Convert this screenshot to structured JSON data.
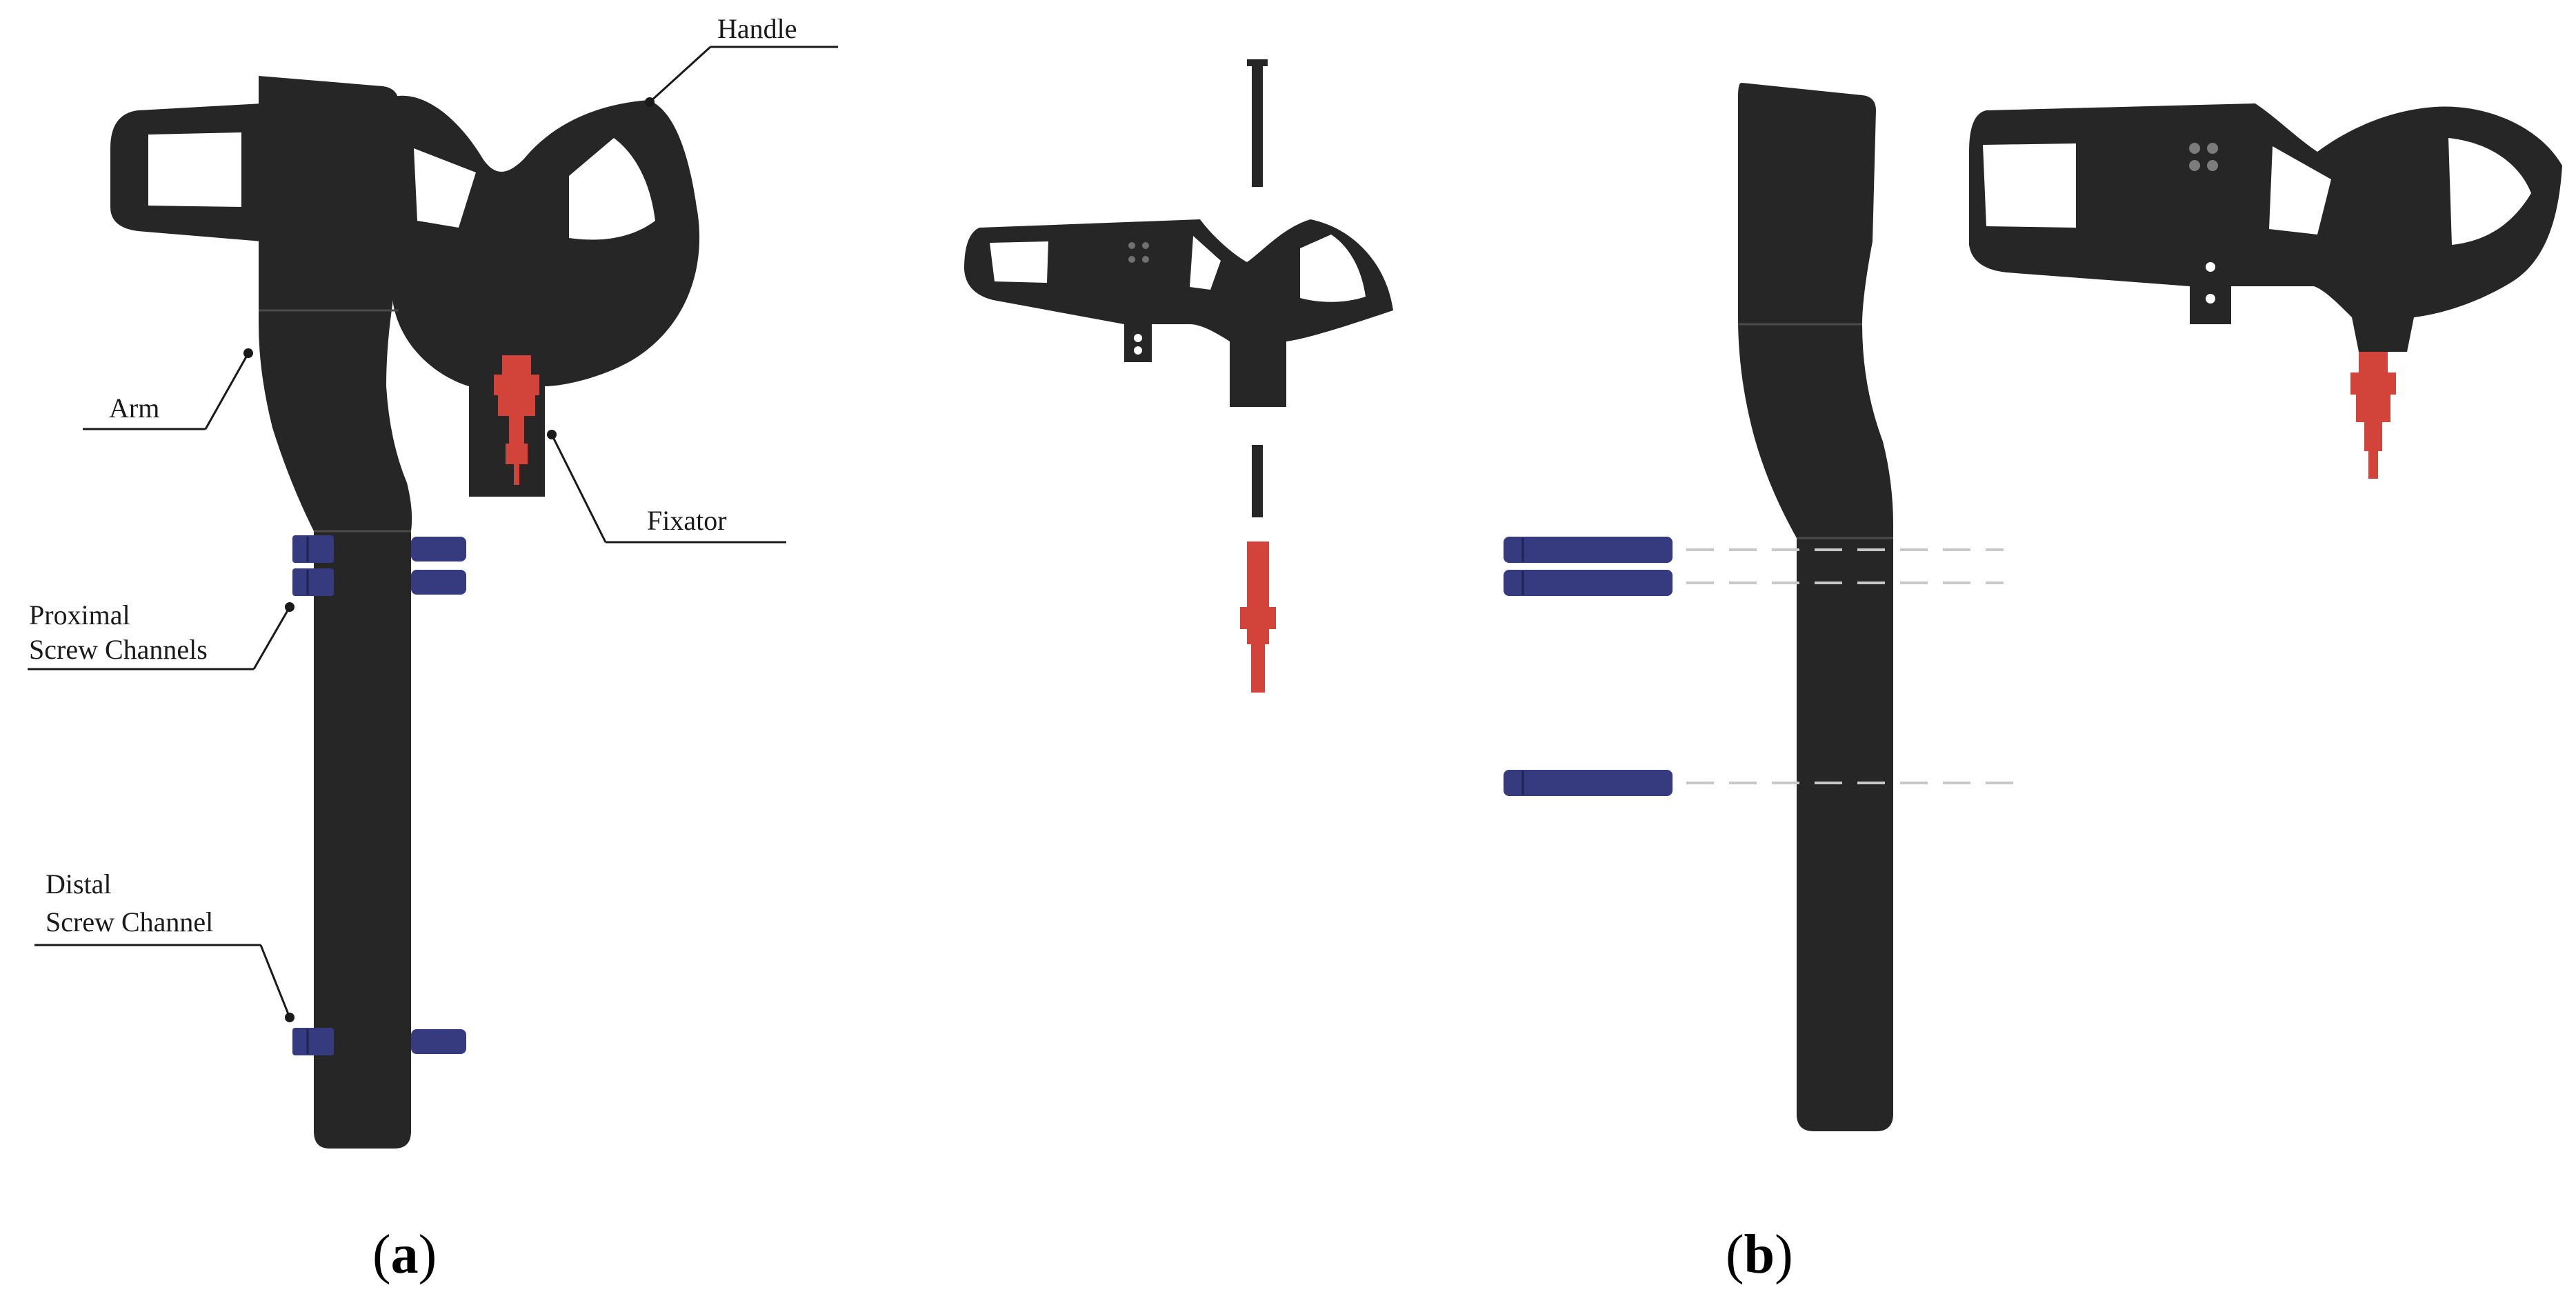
{
  "figure": {
    "panel_a": {
      "label_open": "(",
      "label_letter": "a",
      "label_close": ")",
      "callouts": {
        "handle": "Handle",
        "arm": "Arm",
        "fixator": "Fixator",
        "proximal_line1": "Proximal",
        "proximal_line2": "Screw Channels",
        "distal_line1": "Distal",
        "distal_line2": "Screw Channel"
      }
    },
    "panel_b": {
      "label_open": "(",
      "label_letter": "b",
      "label_close": ")"
    }
  },
  "colors": {
    "body": "#262626",
    "screw": "#363b80",
    "fixator": "#d2443a",
    "guide_line": "#c8c8c8",
    "leader": "#1a1a1a"
  }
}
